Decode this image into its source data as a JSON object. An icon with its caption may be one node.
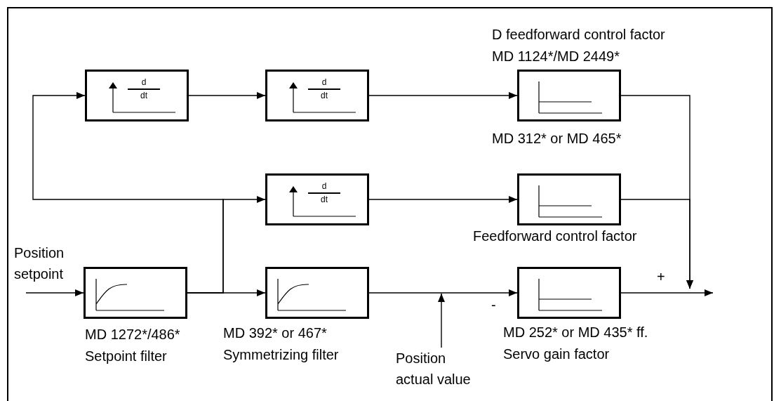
{
  "diagram": {
    "nodes": [
      {
        "text": [
          "d",
          "dt"
        ]
      },
      {
        "text": [
          "d",
          "dt"
        ]
      },
      {
        "text": [],
        "shape": "box",
        "beside": [
          "D feedforward control factor",
          "MD 1124*/MD 2449*"
        ]
      },
      {
        "text": [
          "d",
          "dt"
        ]
      },
      {
        "text": [],
        "shape": "box",
        "beside": [
          "Feedforward control factor"
        ]
      },
      {
        "text": [],
        "shape": "box",
        "beside": [
          "MD 1272*/486*",
          "Setpoint filter"
        ]
      },
      {
        "text": [],
        "shape": "box",
        "beside": [
          "MD 392* or 467*",
          "Symmetrizing filter"
        ]
      },
      {
        "text": [],
        "shape": "box",
        "beside": [
          "MD 252* or MD 435* ff.",
          "Servo gain factor"
        ]
      },
      {
        "text": [
          "Position actual value"
        ]
      }
    ],
    "edges": [
      {
        "from": null,
        "to": 5,
        "arrow": "to"
      },
      {
        "from": 5,
        "to": 6,
        "arrow": "to"
      },
      {
        "from": 5,
        "to": 3,
        "arrow": "to"
      },
      {
        "from": 5,
        "to": 0,
        "arrow": "to"
      },
      {
        "from": 0,
        "to": 1,
        "arrow": "to"
      },
      {
        "from": 1,
        "to": 2,
        "arrow": "to"
      },
      {
        "from": 3,
        "to": 4,
        "arrow": "to"
      },
      {
        "from": 6,
        "to": 7,
        "arrow": "to"
      },
      {
        "from": 2,
        "to": null,
        "arrow": "to"
      },
      {
        "from": 4,
        "to": null,
        "arrow": "to"
      },
      {
        "from": 7,
        "to": null,
        "arrow": "to"
      },
      {
        "from": 8,
        "to": null,
        "arrow": "to"
      }
    ],
    "labels": [
      "MD 312* or MD 465*",
      "Position setpoint",
      "+",
      "-"
    ]
  }
}
